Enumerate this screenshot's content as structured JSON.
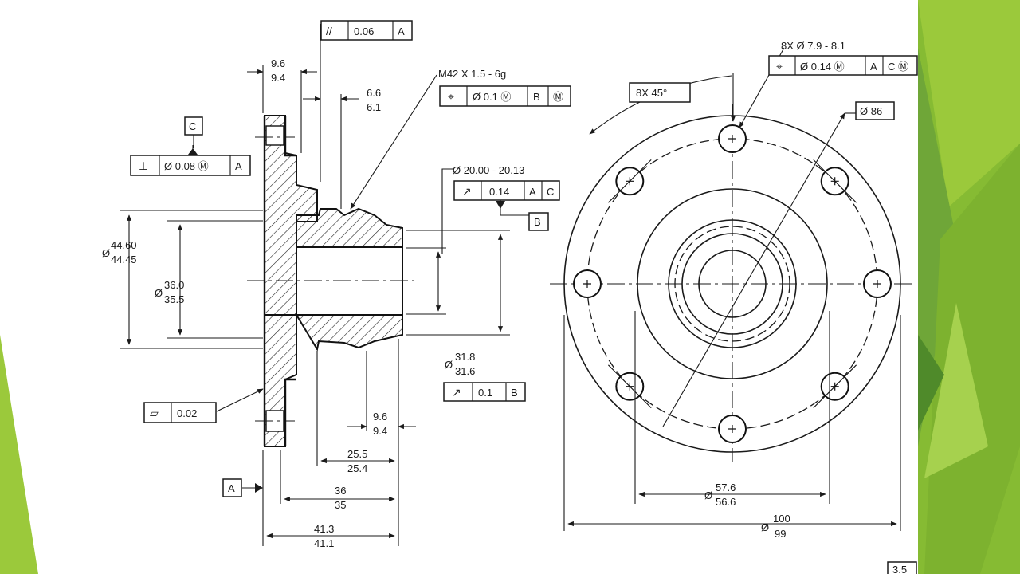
{
  "drawing": {
    "fcf_parallel": {
      "symbol": "//",
      "tolerance": "0.06",
      "datum": "A"
    },
    "flange_width": {
      "upper": "9.6",
      "lower": "9.4"
    },
    "thread_spec": "M42 X 1.5 - 6g",
    "fcf_thread": {
      "symbol": "⌖",
      "tolerance": "Ø 0.1 Ⓜ",
      "datum1": "B",
      "datum2": "Ⓜ"
    },
    "thread_relief": {
      "upper": "6.6",
      "lower": "6.1"
    },
    "datum_c": "C",
    "fcf_perp": {
      "symbol": "⊥",
      "tolerance": "Ø 0.08 Ⓜ",
      "datum": "A"
    },
    "bore_dia": "Ø 20.00 - 20.13",
    "fcf_runout_bore": {
      "symbol": "↗",
      "tolerance": "0.14",
      "datum1": "A",
      "datum2": "C"
    },
    "datum_b": "B",
    "dia_44": {
      "prefix": "Ø",
      "upper": "44.60",
      "lower": "44.45"
    },
    "dia_36": {
      "prefix": "Ø",
      "upper": "36.0",
      "lower": "35.5"
    },
    "dia_31": {
      "prefix": "Ø",
      "upper": "31.8",
      "lower": "31.6"
    },
    "fcf_runout_hub": {
      "symbol": "↗",
      "tolerance": "0.1",
      "datum": "B"
    },
    "fcf_flat": {
      "symbol": "▱",
      "tolerance": "0.02"
    },
    "hub_step": {
      "upper": "9.6",
      "lower": "9.4"
    },
    "len_25": {
      "upper": "25.5",
      "lower": "25.4"
    },
    "datum_a": "A",
    "len_36": {
      "upper": "36",
      "lower": "35"
    },
    "len_41": {
      "upper": "41.3",
      "lower": "41.1"
    },
    "holes": "8X   Ø 7.9 - 8.1",
    "fcf_holes": {
      "symbol": "⌖",
      "tolerance": "Ø 0.14 Ⓜ",
      "datum1": "A",
      "datum2": "C Ⓜ"
    },
    "chamfer": "8X 45°",
    "bolt_circle": "Ø 86",
    "dia_57": {
      "prefix": "Ø",
      "upper": "57.6",
      "lower": "56.6"
    },
    "dia_100": {
      "prefix": "Ø",
      "upper": "100",
      "lower": "99"
    },
    "corner_label": "3.5"
  },
  "colors": {
    "accent_light": "#9BC93B",
    "accent_mid": "#7DB22F",
    "accent_dark": "#5E9A2E",
    "line": "#1a1a1a"
  }
}
